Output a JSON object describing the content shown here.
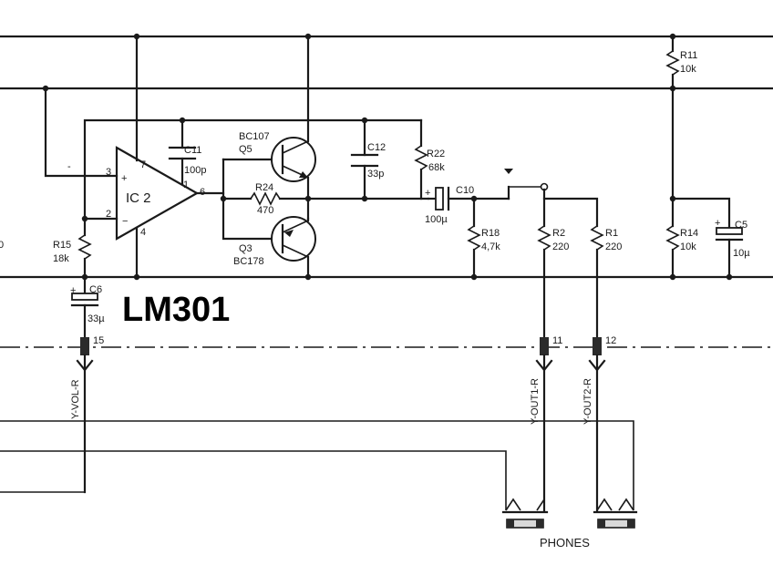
{
  "title": "LM301",
  "ic": {
    "name": "IC 2",
    "pins": {
      "noninv": "3",
      "inv": "2",
      "top": "7",
      "bottom": "4",
      "comp": "1",
      "out": "6"
    },
    "plus": "+",
    "minus": "−"
  },
  "components": {
    "c11": {
      "ref": "C11",
      "value": "100p"
    },
    "q5": {
      "type": "BC107",
      "ref": "Q5"
    },
    "q3": {
      "ref": "Q3",
      "type": "BC178"
    },
    "r24": {
      "ref": "R24",
      "value": "470"
    },
    "c12": {
      "ref": "C12",
      "value": "33p"
    },
    "r22": {
      "ref": "R22",
      "value": "68k"
    },
    "c10": {
      "ref": "C10",
      "value": "100µ",
      "plus": "+"
    },
    "r18": {
      "ref": "R18",
      "value": "4,7k"
    },
    "r2": {
      "ref": "R2",
      "value": "220"
    },
    "r1": {
      "ref": "R1",
      "value": "220"
    },
    "r11": {
      "ref": "R11",
      "value": "10k"
    },
    "r14": {
      "ref": "R14",
      "value": "10k"
    },
    "c5": {
      "ref": "C5",
      "value": "10µ",
      "plus": "+"
    },
    "r15": {
      "ref": "R15",
      "value": "18k"
    },
    "c6": {
      "ref": "C6",
      "value": "33µ",
      "plus": "+"
    }
  },
  "connectors": {
    "p15": {
      "pin": "15",
      "signal": "Y-VOL-R"
    },
    "p11": {
      "pin": "11",
      "signal": "Y-OUT1-R"
    },
    "p12": {
      "pin": "12",
      "signal": "Y-OUT2-R"
    }
  },
  "phones_label": "PHONES",
  "stray_marks": {
    "left_dash": "-",
    "left_edge": "0"
  }
}
